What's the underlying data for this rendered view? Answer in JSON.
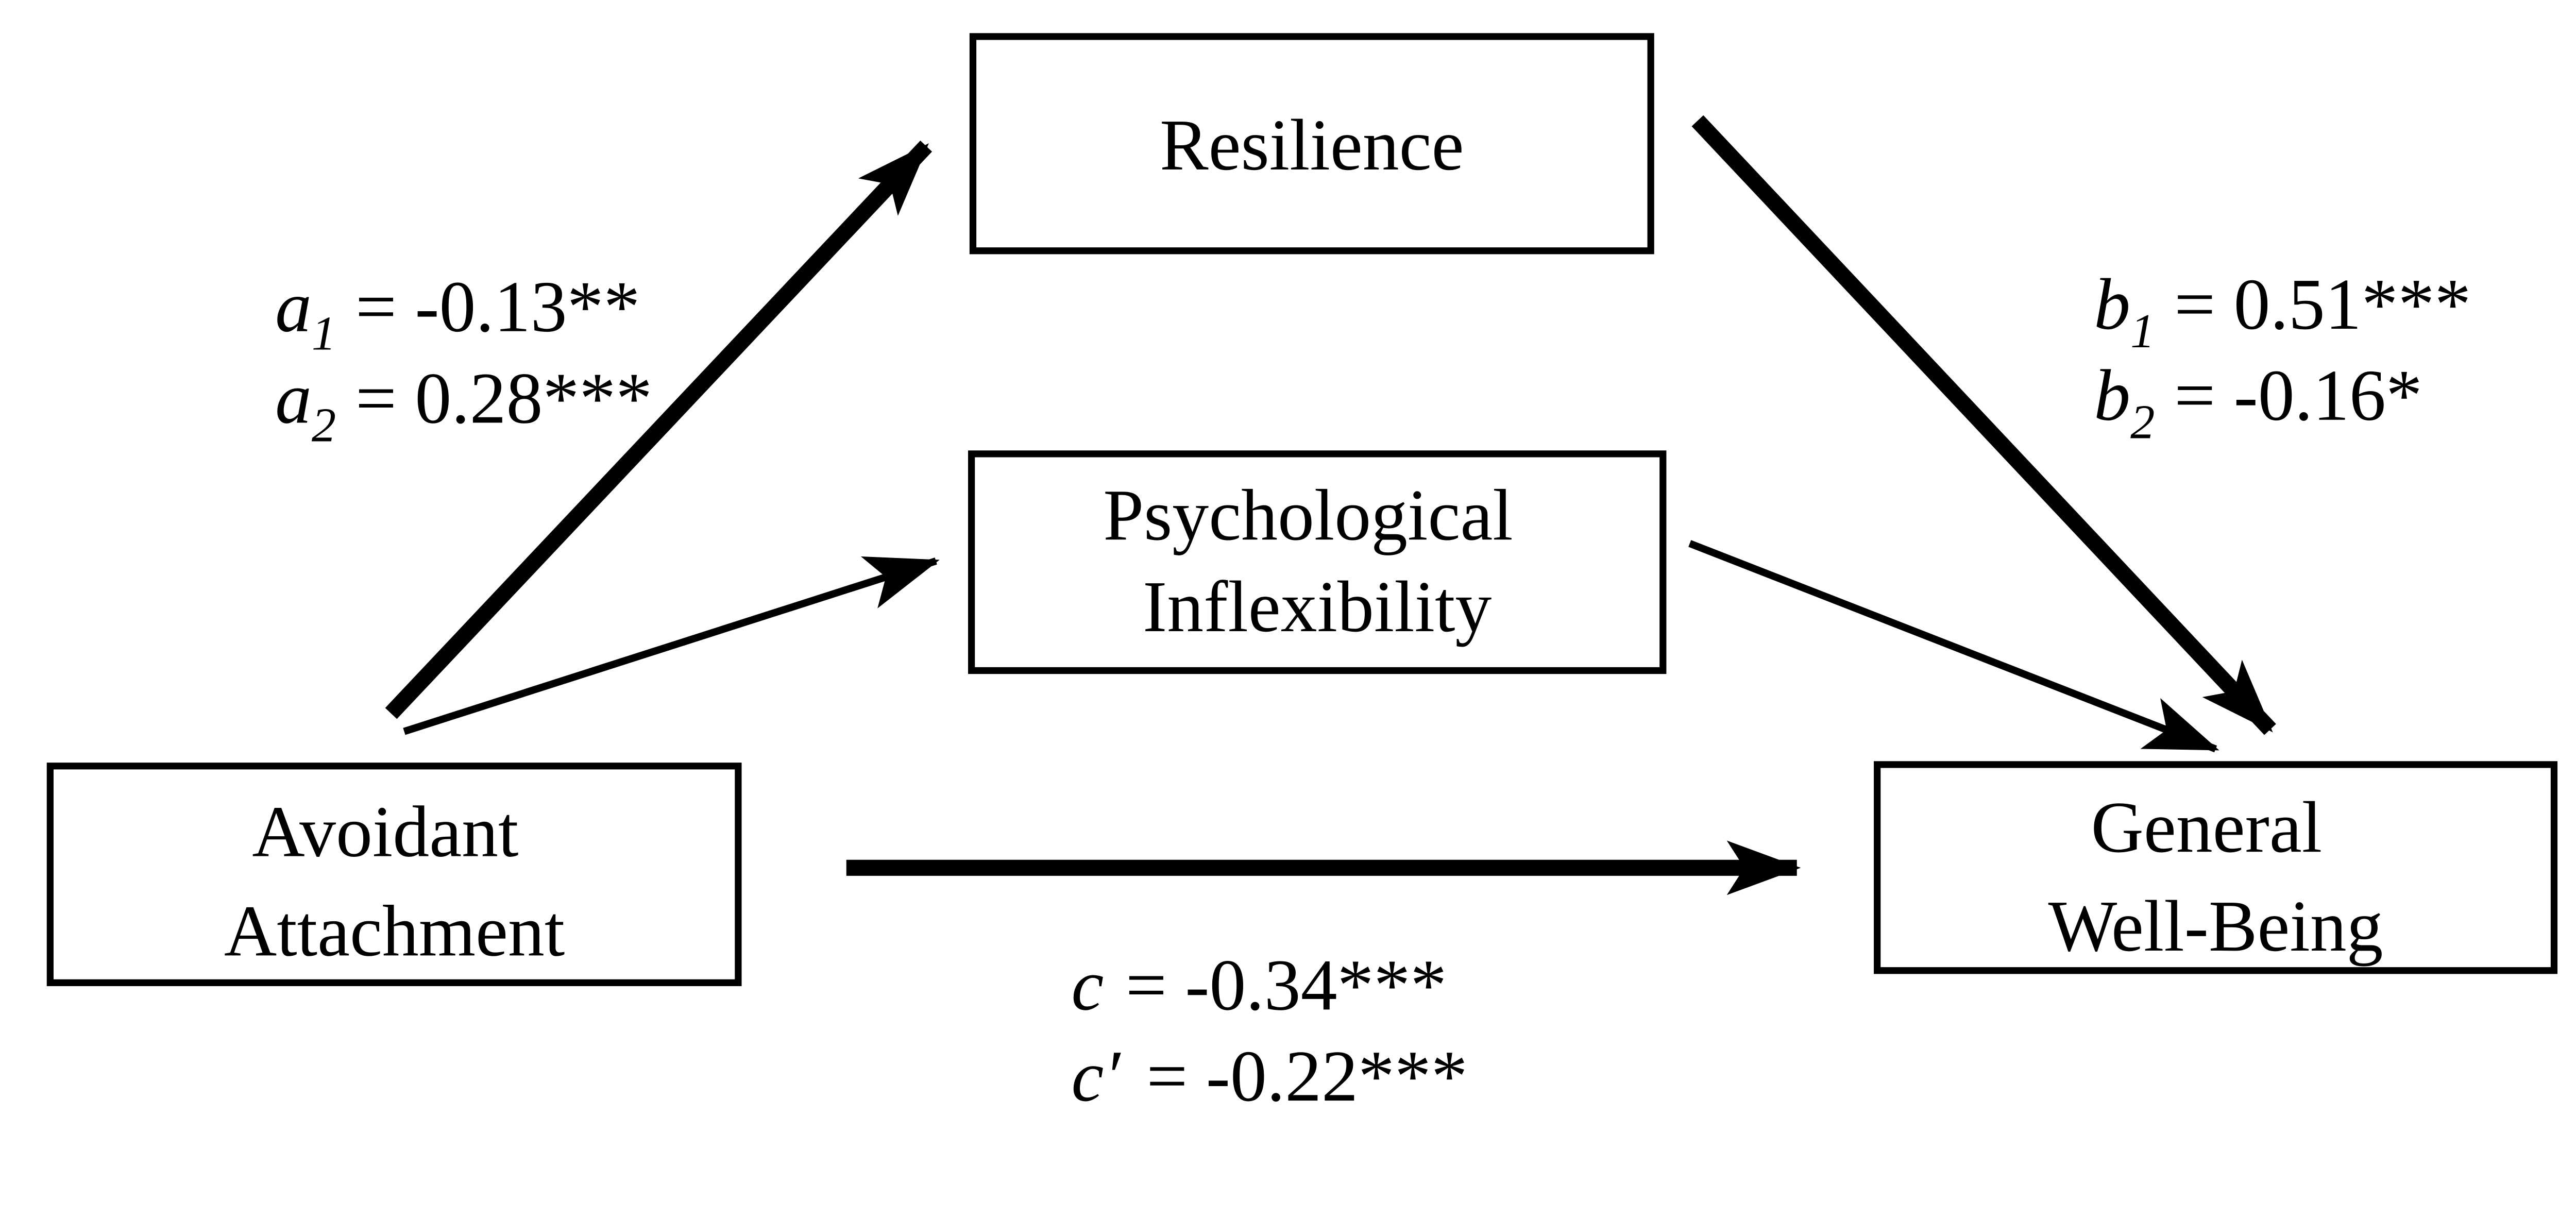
{
  "figure": {
    "kind": "mediation-path-diagram",
    "background_color": "#ffffff",
    "ink_color": "#000000"
  },
  "nodes": {
    "resilience": {
      "lines": [
        "Resilience"
      ]
    },
    "psychological_inflexibility": {
      "lines": [
        "Psychological",
        "Inflexibility"
      ]
    },
    "avoidant_attachment": {
      "lines": [
        "Avoidant",
        "Attachment"
      ]
    },
    "general_well_being": {
      "lines": [
        "General",
        "Well-Being"
      ]
    }
  },
  "path_labels": {
    "a1": {
      "symbol": "a",
      "sub": "1",
      "value": "= -0.13**"
    },
    "a2": {
      "symbol": "a",
      "sub": "2",
      "value": "= 0.28***"
    },
    "b1": {
      "symbol": "b",
      "sub": "1",
      "value": "= 0.51***"
    },
    "b2": {
      "symbol": "b",
      "sub": "2",
      "value": "= -0.16*"
    },
    "c": {
      "symbol": "c",
      "value": "= -0.34***"
    },
    "c_prime": {
      "symbol": "c",
      "prime": "′",
      "value": "= -0.22***"
    }
  },
  "edges": [
    {
      "id": "a1",
      "from": "avoidant_attachment",
      "to": "resilience",
      "weight": "thick"
    },
    {
      "id": "a2",
      "from": "avoidant_attachment",
      "to": "psychological_inflexibility",
      "weight": "thin"
    },
    {
      "id": "b1",
      "from": "resilience",
      "to": "general_well_being",
      "weight": "thick"
    },
    {
      "id": "b2",
      "from": "psychological_inflexibility",
      "to": "general_well_being",
      "weight": "thin"
    },
    {
      "id": "c",
      "from": "avoidant_attachment",
      "to": "general_well_being",
      "weight": "thick"
    }
  ]
}
